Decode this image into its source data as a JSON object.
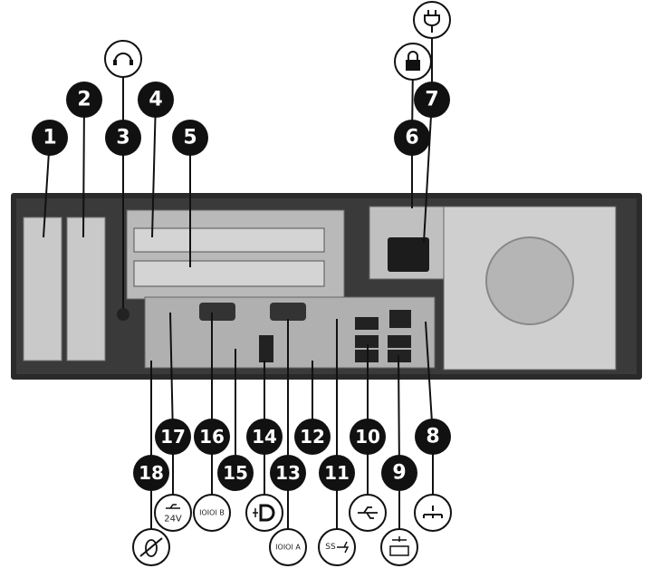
{
  "callouts": [
    {
      "n": "1"
    },
    {
      "n": "2"
    },
    {
      "n": "3",
      "icon": "headset-icon"
    },
    {
      "n": "4"
    },
    {
      "n": "5"
    },
    {
      "n": "6",
      "icon": "lock-icon"
    },
    {
      "n": "7",
      "icon": "power-plug-icon"
    },
    {
      "n": "8",
      "icon": "network-icon"
    },
    {
      "n": "9",
      "icon": "keyboard-usb-icon"
    },
    {
      "n": "10",
      "icon": "usb-icon"
    },
    {
      "n": "11",
      "icon": "usb-superspeed-icon"
    },
    {
      "n": "12"
    },
    {
      "n": "13",
      "icon": "serial-a-icon"
    },
    {
      "n": "14",
      "icon": "displayport-icon"
    },
    {
      "n": "15"
    },
    {
      "n": "16",
      "icon": "serial-b-icon"
    },
    {
      "n": "17",
      "icon": "usb-24v-icon"
    },
    {
      "n": "18",
      "icon": "no-mouse-icon"
    }
  ],
  "icon_text": {
    "serial_a": "IOIOI A",
    "serial_b": "IOIOI B",
    "usb_24v": "24V",
    "ss": "SS"
  },
  "colors": {
    "callout_fill": "#111111",
    "chassis": "#2a2a2a",
    "chassis_light": "#bdbdbd"
  }
}
